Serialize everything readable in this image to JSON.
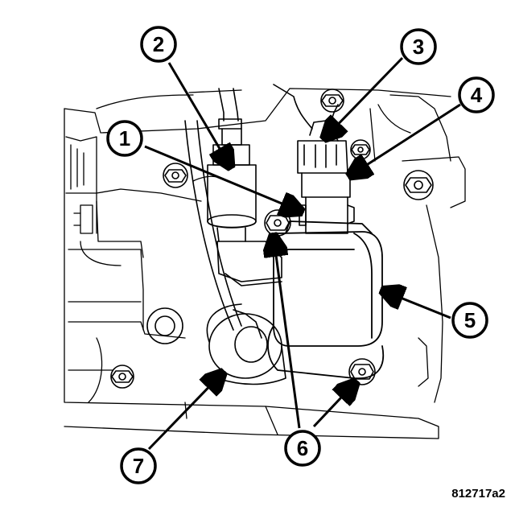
{
  "callouts": [
    {
      "number": "1"
    },
    {
      "number": "2"
    },
    {
      "number": "3"
    },
    {
      "number": "4"
    },
    {
      "number": "5"
    },
    {
      "number": "6"
    },
    {
      "number": "7"
    }
  ],
  "figure_id": "812717a2"
}
